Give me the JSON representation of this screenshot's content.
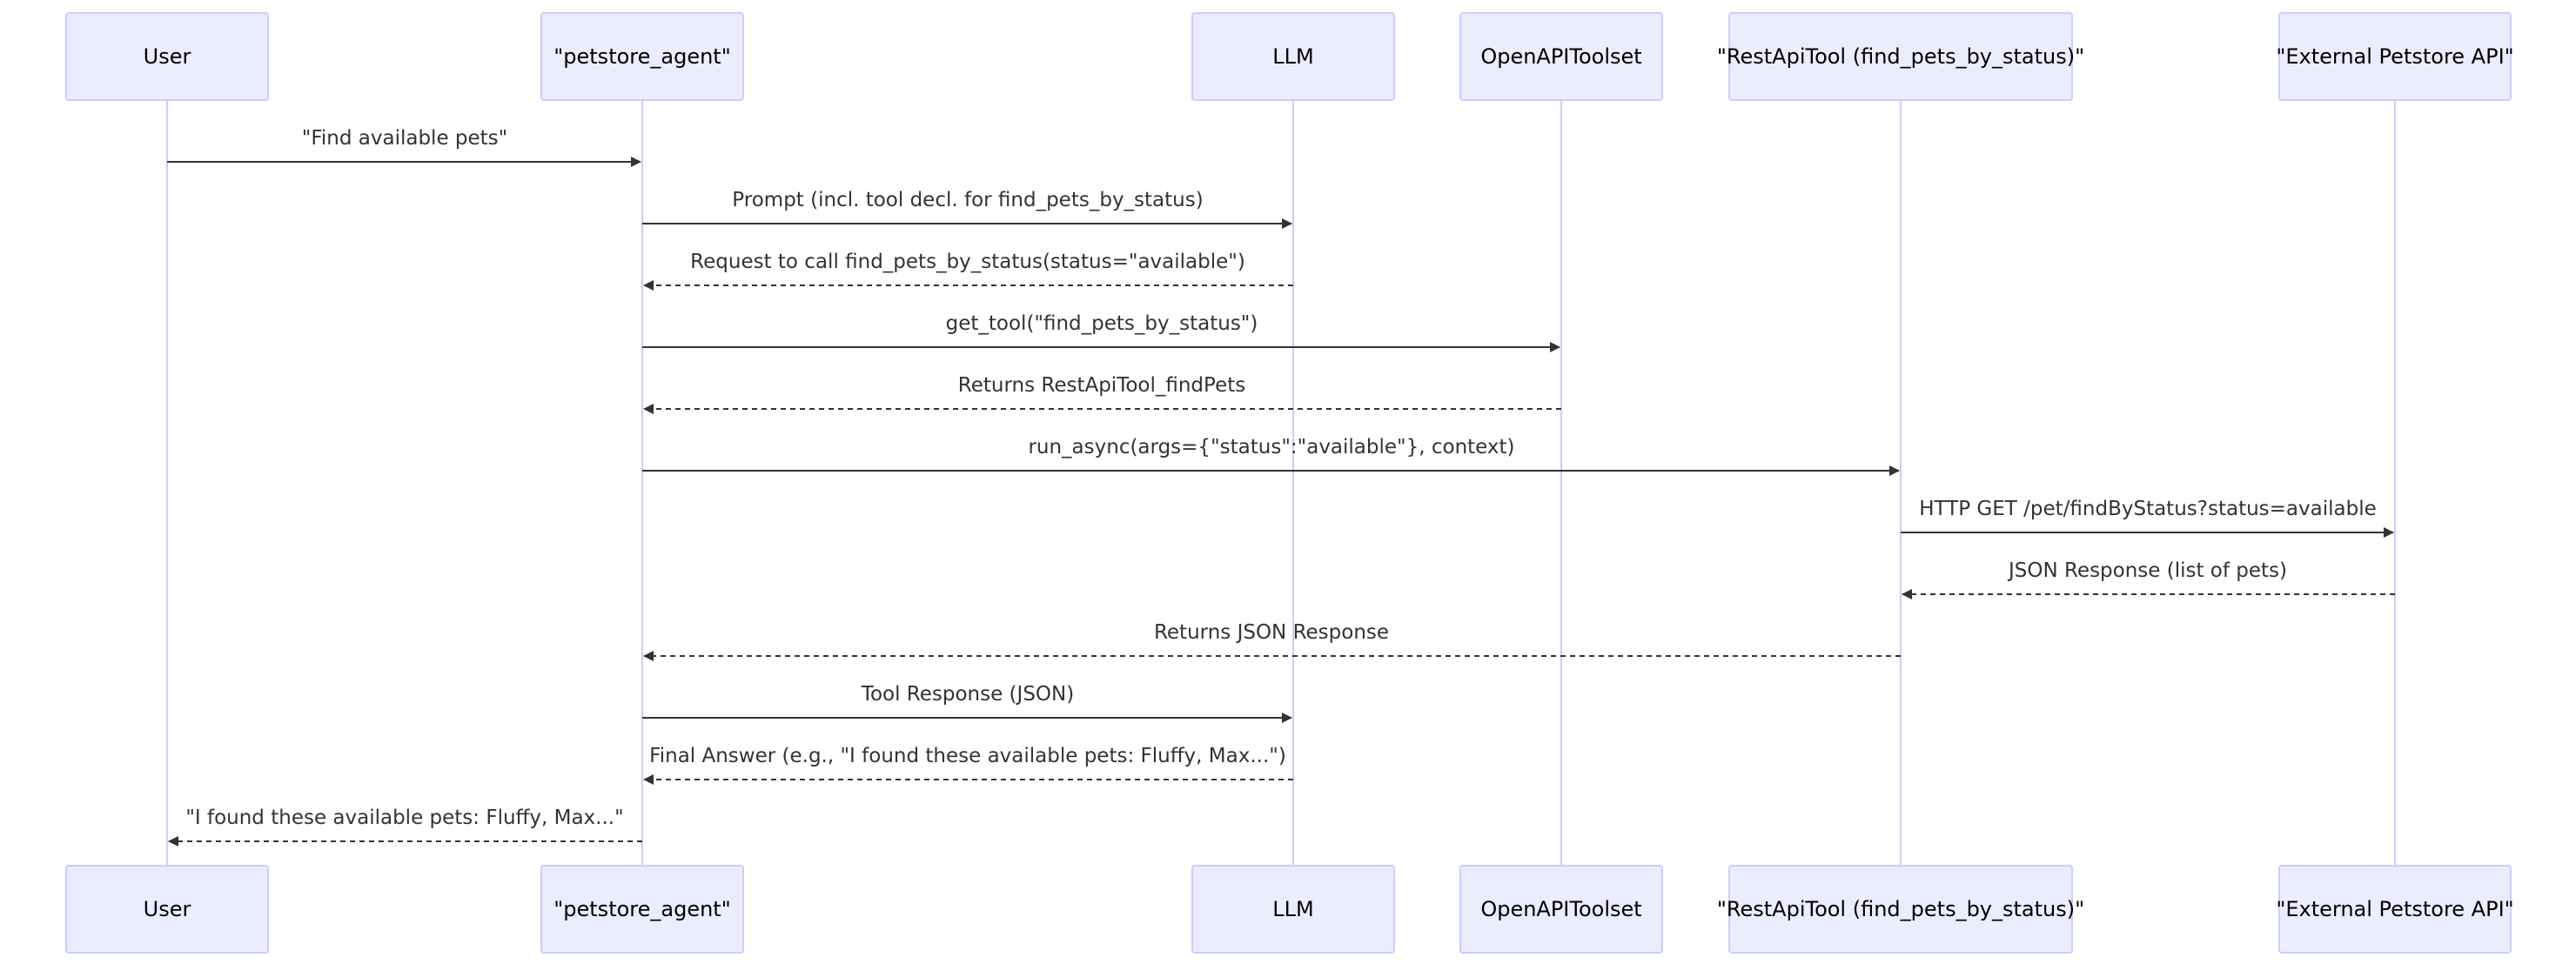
{
  "colors": {
    "actor_fill": "#ECECFF",
    "actor_border": "#CCCCFF",
    "lifeline": "#CCCCFF",
    "message": "#333333"
  },
  "participants": [
    {
      "id": "user",
      "label": "User"
    },
    {
      "id": "agent",
      "label": "\"petstore_agent\""
    },
    {
      "id": "llm",
      "label": "LLM"
    },
    {
      "id": "toolset",
      "label": "OpenAPIToolset"
    },
    {
      "id": "restapitool",
      "label": "\"RestApiTool (find_pets_by_status)\""
    },
    {
      "id": "petstore",
      "label": "\"External Petstore API\""
    }
  ],
  "messages": [
    {
      "from": "user",
      "to": "agent",
      "label": "\"Find available pets\"",
      "style": "solid"
    },
    {
      "from": "agent",
      "to": "llm",
      "label": "Prompt (incl. tool decl. for find_pets_by_status)",
      "style": "solid"
    },
    {
      "from": "llm",
      "to": "agent",
      "label": "Request to call find_pets_by_status(status=\"available\")",
      "style": "dashed"
    },
    {
      "from": "agent",
      "to": "toolset",
      "label": "get_tool(\"find_pets_by_status\")",
      "style": "solid"
    },
    {
      "from": "toolset",
      "to": "agent",
      "label": "Returns RestApiTool_findPets",
      "style": "dashed"
    },
    {
      "from": "agent",
      "to": "restapitool",
      "label": "run_async(args={\"status\":\"available\"}, context)",
      "style": "solid"
    },
    {
      "from": "restapitool",
      "to": "petstore",
      "label": "HTTP GET /pet/findByStatus?status=available",
      "style": "solid"
    },
    {
      "from": "petstore",
      "to": "restapitool",
      "label": "JSON Response (list of pets)",
      "style": "dashed"
    },
    {
      "from": "restapitool",
      "to": "agent",
      "label": "Returns JSON Response",
      "style": "dashed"
    },
    {
      "from": "agent",
      "to": "llm",
      "label": "Tool Response (JSON)",
      "style": "solid"
    },
    {
      "from": "llm",
      "to": "agent",
      "label": "Final Answer (e.g., \"I found these available pets: Fluffy, Max...\")",
      "style": "dashed"
    },
    {
      "from": "agent",
      "to": "user",
      "label": "\"I found these available pets: Fluffy, Max...\"",
      "style": "dashed"
    }
  ]
}
